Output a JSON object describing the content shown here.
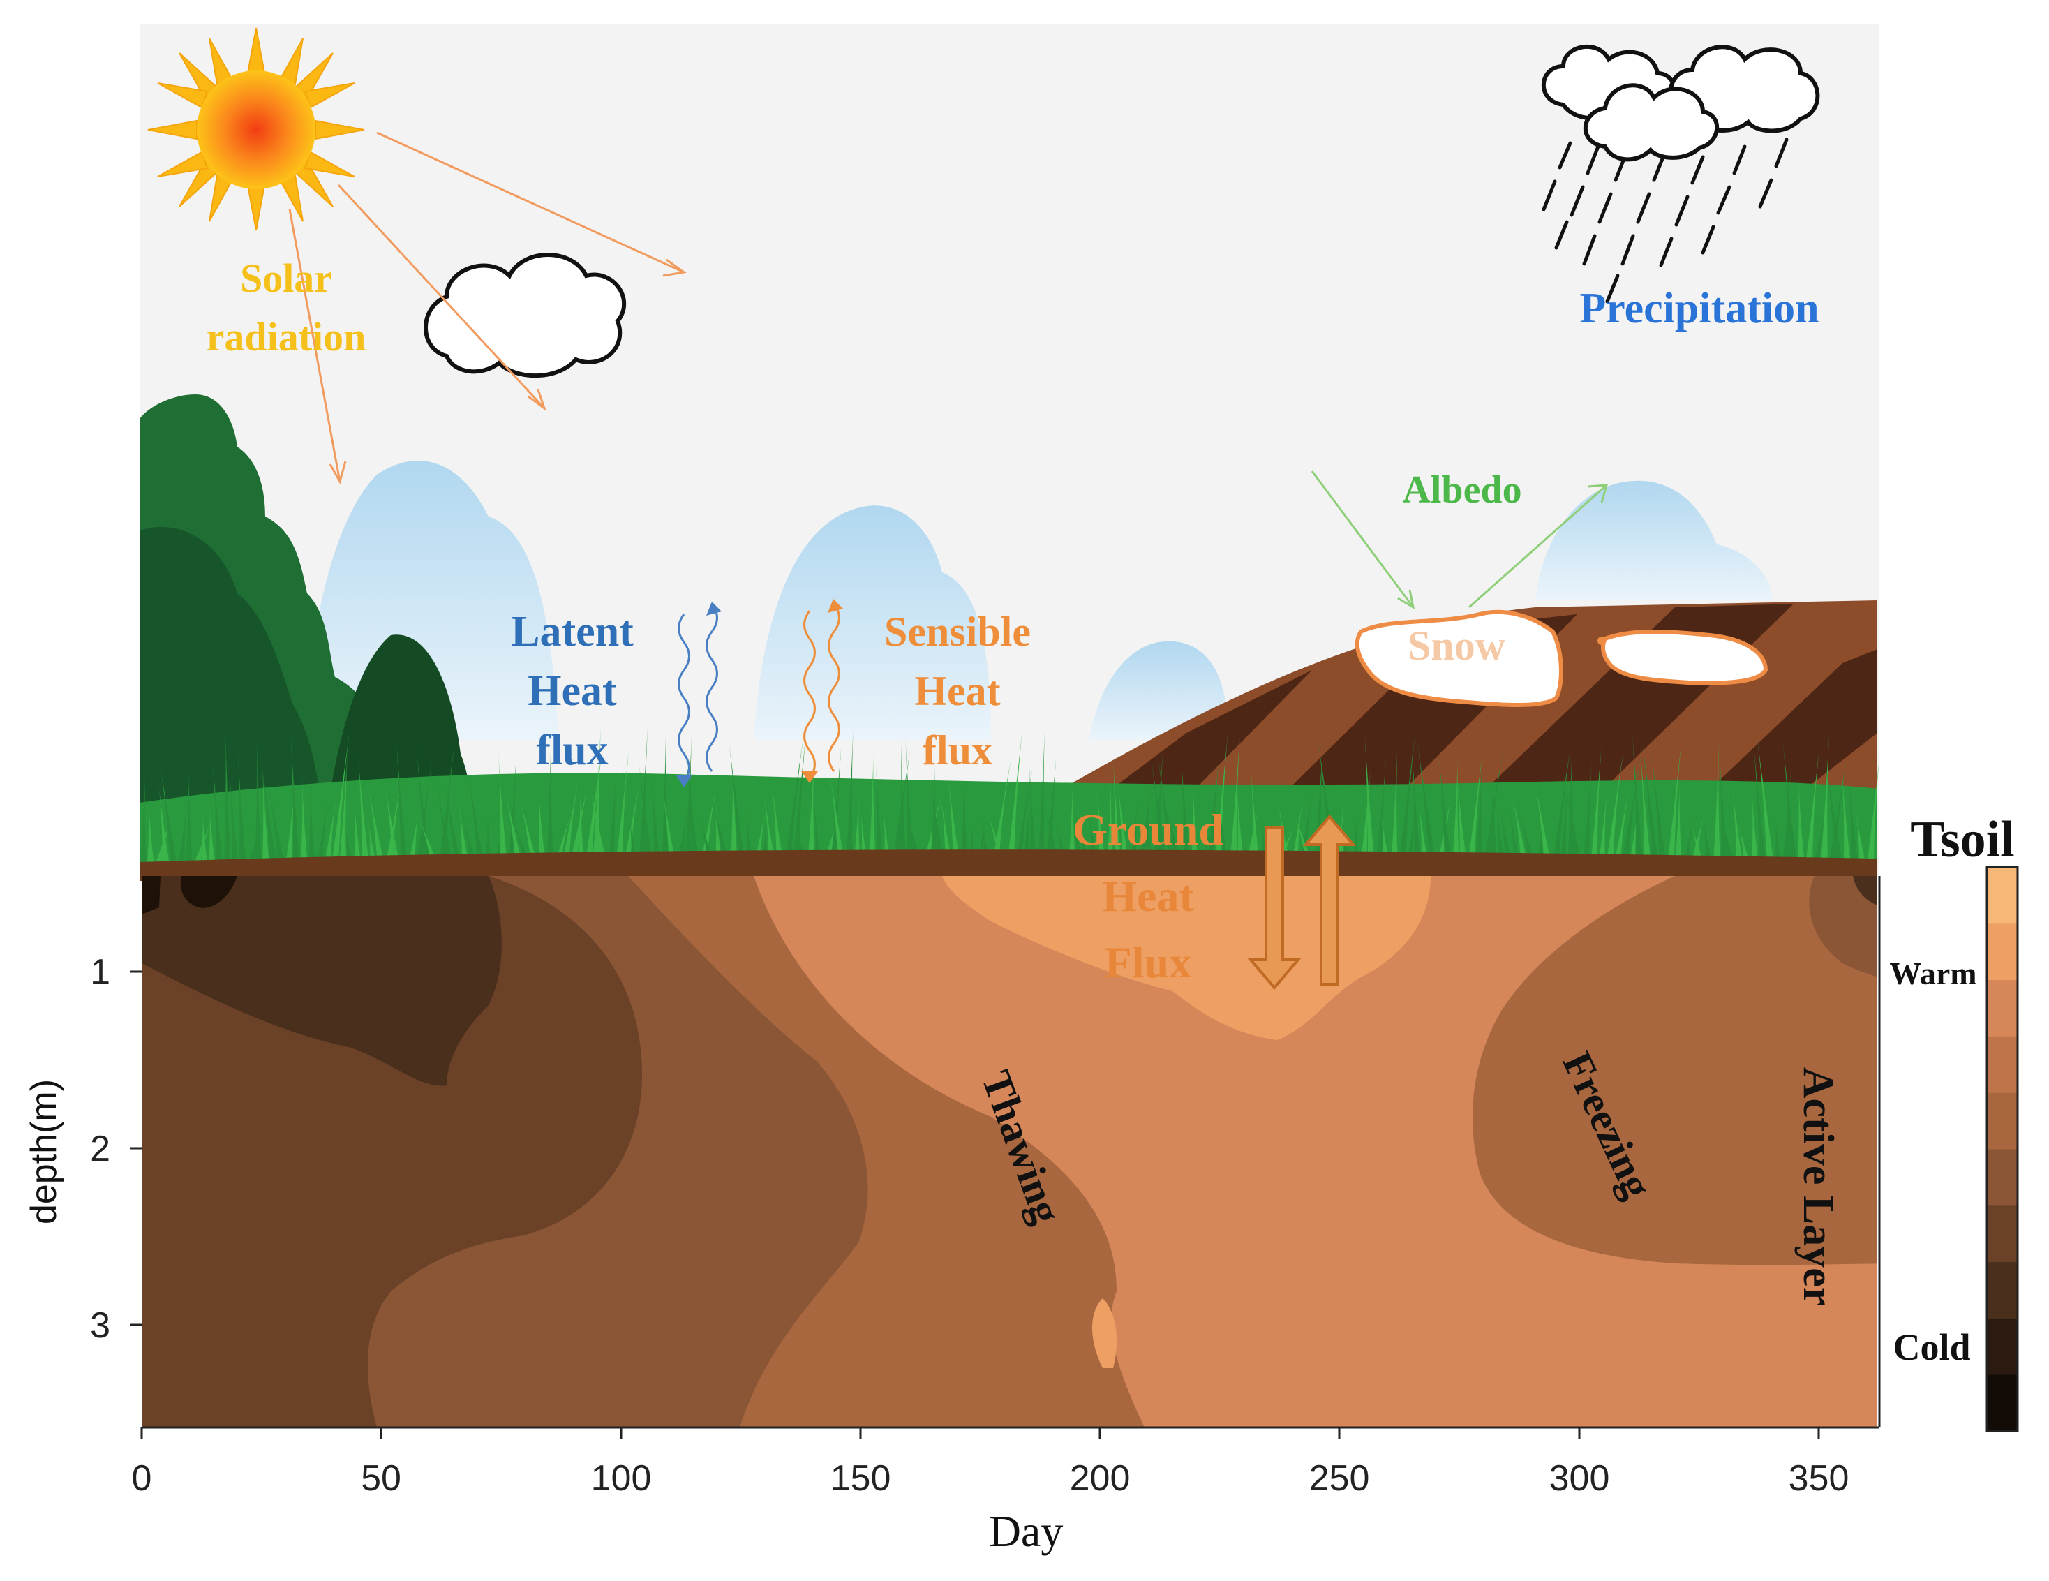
{
  "labels": {
    "solar_line1": "Solar",
    "solar_line2": "radiation",
    "precipitation": "Precipitation",
    "albedo": "Albedo",
    "latent_line1": "Latent",
    "latent_line2": "Heat",
    "latent_line3": "flux",
    "sensible_line1": "Sensible",
    "sensible_line2": "Heat",
    "sensible_line3": "flux",
    "snow": "Snow",
    "ground_line1": "Ground",
    "ground_line2": "Heat",
    "ground_line3": "Flux",
    "thawing": "Thawing",
    "freezing": "Freezing",
    "active_layer": "Active Layer"
  },
  "axes": {
    "xlabel": "Day",
    "ylabel": "depth(m)",
    "xticks": [
      "0",
      "50",
      "100",
      "150",
      "200",
      "250",
      "300",
      "350"
    ],
    "yticks": [
      "1",
      "2",
      "3"
    ]
  },
  "colorbar": {
    "title": "Tsoil",
    "warm": "Warm",
    "cold": "Cold",
    "levels": [
      "#130b05",
      "#2a1a0f",
      "#4a2f1d",
      "#6b4128",
      "#8b5636",
      "#a8673f",
      "#c0744a",
      "#d6875a",
      "#eea064",
      "#f7b777"
    ]
  },
  "colors": {
    "sky": "#f3f3f3",
    "solar_text": "#f5c01a",
    "precip_text": "#2a74d8",
    "albedo_text": "#4cb84a",
    "latent_text": "#2e6fb7",
    "sensible_text": "#ee8d3a",
    "ground_text": "#e8873a"
  },
  "icons": {
    "sun": "sun-icon",
    "cloud": "cloud-icon",
    "rain_cloud": "rain-cloud-icon"
  }
}
